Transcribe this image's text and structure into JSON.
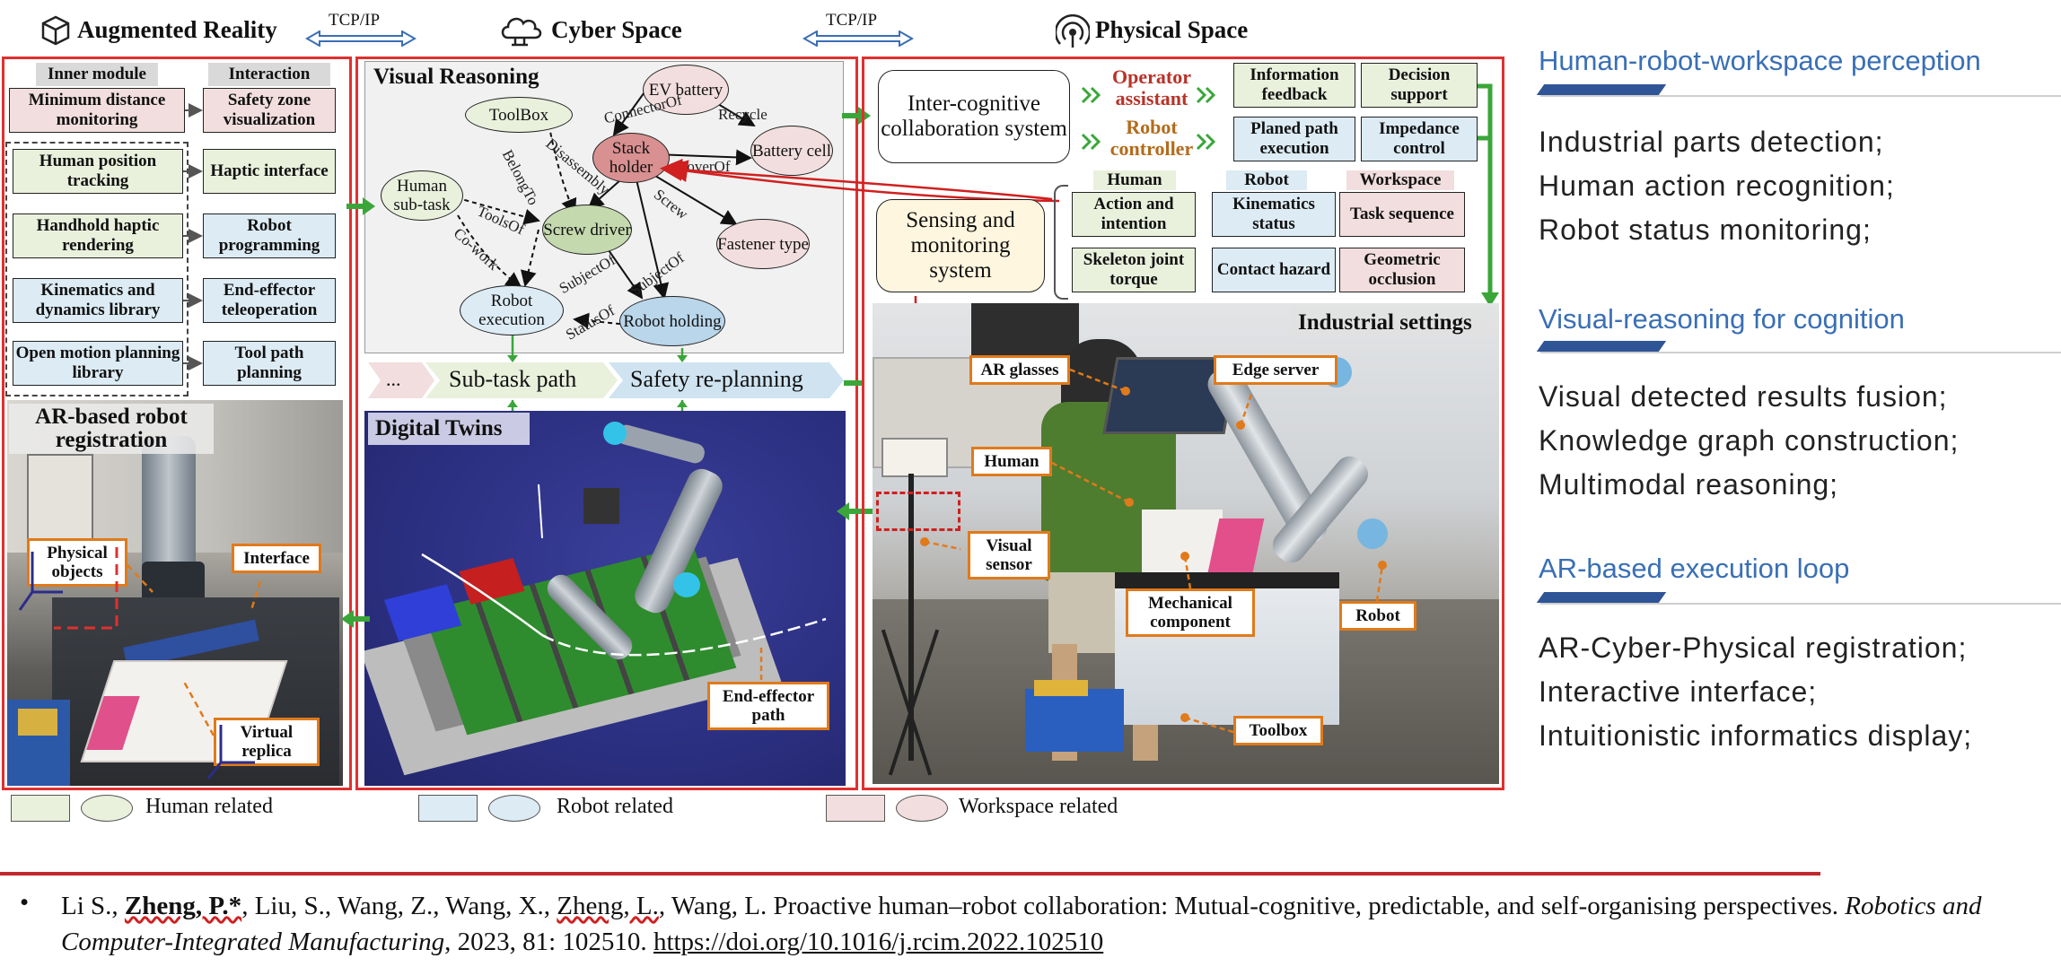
{
  "headers": {
    "ar": "Augmented Reality",
    "cyber": "Cyber Space",
    "physical": "Physical Space",
    "tcp_left": "TCP/IP",
    "tcp_right": "TCP/IP"
  },
  "ar_panel": {
    "col_inner": "Inner module",
    "col_interaction": "Interaction",
    "rows": [
      {
        "left": "Minimum distance monitoring",
        "right": "Safety zone visualization"
      },
      {
        "left": "Human position tracking",
        "right": "Haptic interface"
      },
      {
        "left": "Handhold haptic rendering",
        "right": "Robot programming"
      },
      {
        "left": "Kinematics and dynamics library",
        "right": "End-effector teleoperation"
      },
      {
        "left": "Open motion planning library",
        "right": "Tool path planning"
      }
    ],
    "registration_title": "AR-based robot registration",
    "labels": {
      "physical": "Physical objects",
      "interface": "Interface",
      "virtual": "Virtual replica"
    }
  },
  "cyber_panel": {
    "visual_reasoning": "Visual Reasoning",
    "nodes": {
      "toolbox": "ToolBox",
      "ev_battery": "EV battery",
      "stack_holder": "Stack holder",
      "battery_cell": "Battery cell",
      "human_subtask": "Human sub-task",
      "screw_driver": "Screw driver",
      "fastener_type": "Fastener type",
      "robot_execution": "Robot execution",
      "robot_holding": "Robot holding"
    },
    "edges": {
      "connector_of": "ConnectorOf",
      "recycle": "Recycle",
      "cover_of": "CoverOf",
      "belong_to": "BelongTo",
      "disassembly": "Disassembly",
      "tools_of": "ToolsOf",
      "screw": "Screw",
      "co_work": "Co-work",
      "subject_of_1": "SubjectOf",
      "subject_of_2": "SubjectOf",
      "status_of": "StatusOf"
    },
    "pipeline": {
      "dots": "...",
      "subtask": "Sub-task path",
      "replanning": "Safety re-planning"
    },
    "digital_twins": "Digital Twins",
    "end_effector_path": "End-effector path"
  },
  "physical_panel": {
    "intercog": "Inter-cognitive collaboration system",
    "operator_assistant": "Operator assistant",
    "robot_controller": "Robot controller",
    "info_feedback": "Information feedback",
    "decision_support": "Decision support",
    "planned_path": "Planed path execution",
    "impedance": "Impedance control",
    "sensing": "Sensing and monitoring system",
    "col_human": "Human",
    "col_robot": "Robot",
    "col_workspace": "Workspace",
    "action": "Action and intention",
    "kinematics": "Kinematics status",
    "task_seq": "Task sequence",
    "skeleton": "Skeleton joint torque",
    "contact": "Contact hazard",
    "geometric": "Geometric occlusion",
    "industrial": "Industrial settings",
    "photo_labels": {
      "ar_glasses": "AR glasses",
      "edge_server": "Edge server",
      "human": "Human",
      "visual_sensor": "Visual sensor",
      "mechanical": "Mechanical component",
      "robot": "Robot",
      "toolbox": "Toolbox"
    }
  },
  "legend": {
    "human": "Human related",
    "robot": "Robot related",
    "workspace": "Workspace related"
  },
  "right_panel": [
    {
      "title": "Human-robot-workspace perception",
      "items": [
        "Industrial parts detection;",
        "Human action recognition;",
        "Robot status monitoring;"
      ]
    },
    {
      "title": "Visual-reasoning for cognition",
      "items": [
        "Visual detected results fusion;",
        "Knowledge graph construction;",
        "Multimodal reasoning;"
      ]
    },
    {
      "title": "AR-based execution loop",
      "items": [
        "AR-Cyber-Physical registration;",
        "Interactive interface;",
        "Intuitionistic informatics display;"
      ]
    }
  ],
  "citation": {
    "bullet": "•",
    "authors_a": "Li S., ",
    "author_bold": "Zheng, P.*",
    "authors_b": ", Liu, S., Wang, Z., Wang, X., ",
    "author_zl": "Zheng, L.",
    "authors_c": ", Wang, L. Proactive human–robot collaboration: Mutual-cognitive, predictable, and self-organising perspectives. ",
    "journal": "Robotics and Computer-Integrated Manufacturing",
    "tail": ", 2023, 81: 102510. ",
    "doi": "https://doi.org/10.1016/j.rcim.2022.102510"
  },
  "colors": {
    "red": "#e03030",
    "green": "#3aa63a",
    "orange": "#e07a1a",
    "blue_title": "#3a6fb5",
    "human": "#e9f0dc",
    "robot": "#dcebf4",
    "workspace": "#f2dede"
  }
}
